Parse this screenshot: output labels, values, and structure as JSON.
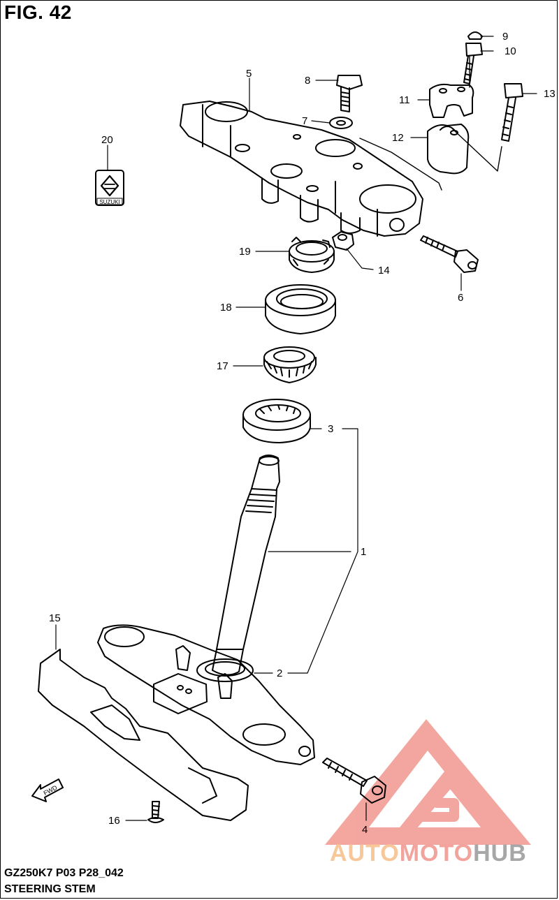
{
  "figure_label": "FIG. 42",
  "model_code": "GZ250K7 P03 P28_042",
  "section_name": "STEERING STEM",
  "watermark": {
    "part1": "AUTO",
    "part2": "MOTO",
    "part3": "HUB"
  },
  "emblem_text": "SUZUKI",
  "callouts": [
    "1",
    "2",
    "3",
    "4",
    "5",
    "6",
    "7",
    "8",
    "9",
    "10",
    "11",
    "12",
    "13",
    "14",
    "15",
    "16",
    "17",
    "18",
    "19",
    "20"
  ],
  "colors": {
    "line": "#000000",
    "watermark_red": "#f3a29a",
    "watermark_orange": "#f7c79a",
    "watermark_gray": "#a7a7a7"
  }
}
